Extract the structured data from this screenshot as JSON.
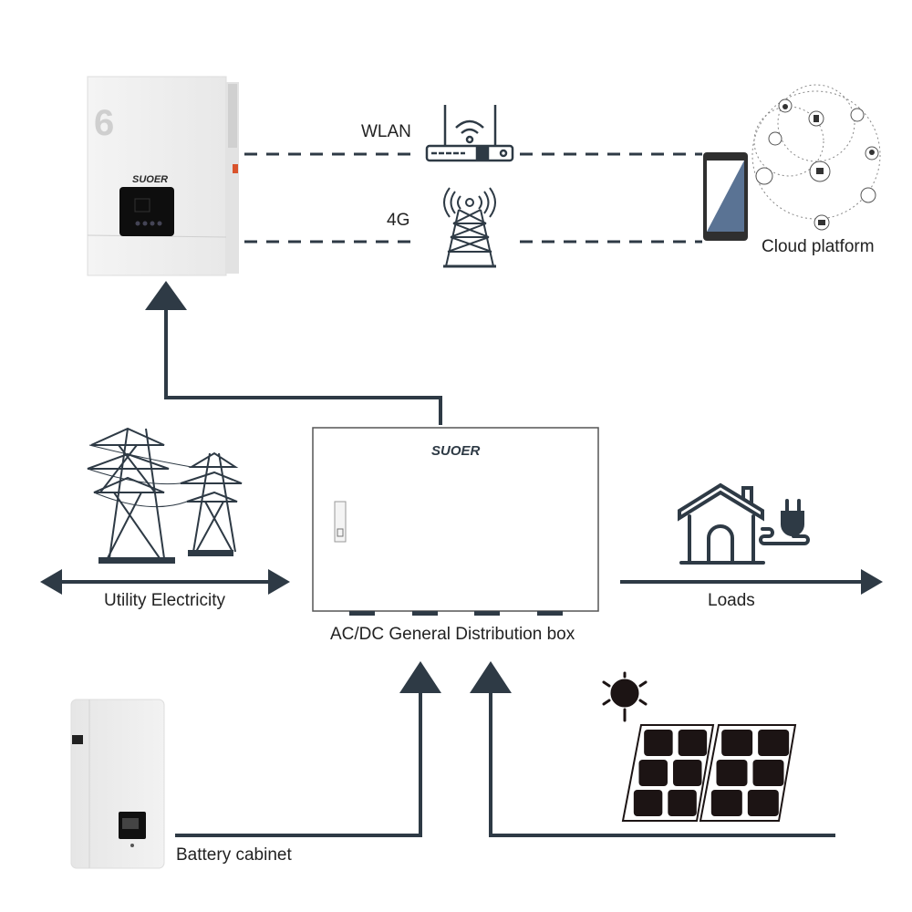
{
  "colors": {
    "line": "#2e3a45",
    "text": "#222222",
    "phone_screen": "#5a7394"
  },
  "inverter": {
    "brand": "SUOER",
    "model_number": "6"
  },
  "connections": {
    "wlan_label": "WLAN",
    "cellular_label": "4G"
  },
  "cloud": {
    "label": "Cloud platform",
    "icons": [
      "cloud-icon",
      "document-icon",
      "search-icon",
      "share-icon",
      "location-pin-icon",
      "wifi-icon",
      "team-icon",
      "clock-icon",
      "folder-icon"
    ]
  },
  "distribution_box": {
    "brand": "SUOER",
    "label": "AC/DC General Distribution box"
  },
  "utility": {
    "label": "Utility  Electricity"
  },
  "loads": {
    "label": "Loads"
  },
  "battery": {
    "label": "Battery cabinet"
  },
  "solar": {
    "label": ""
  }
}
